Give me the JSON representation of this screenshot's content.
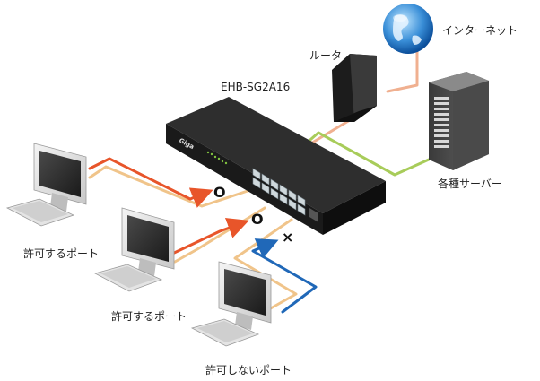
{
  "labels": {
    "internet": "インターネット",
    "router": "ルータ",
    "switch_model": "EHB-SG2A16",
    "servers": "各種サーバー",
    "pc1": "許可するポート",
    "pc2": "許可するポート",
    "pc3": "許可しないポート",
    "switch_brand": "Giga"
  },
  "marks": {
    "allowed": "O",
    "denied": "×"
  },
  "colors": {
    "allowed_line": "#e8552a",
    "denied_line": "#2068b8",
    "uplink_line": "#f0c48a",
    "server_line": "#a8cc5a",
    "switch_body": "#2a2a2a"
  }
}
